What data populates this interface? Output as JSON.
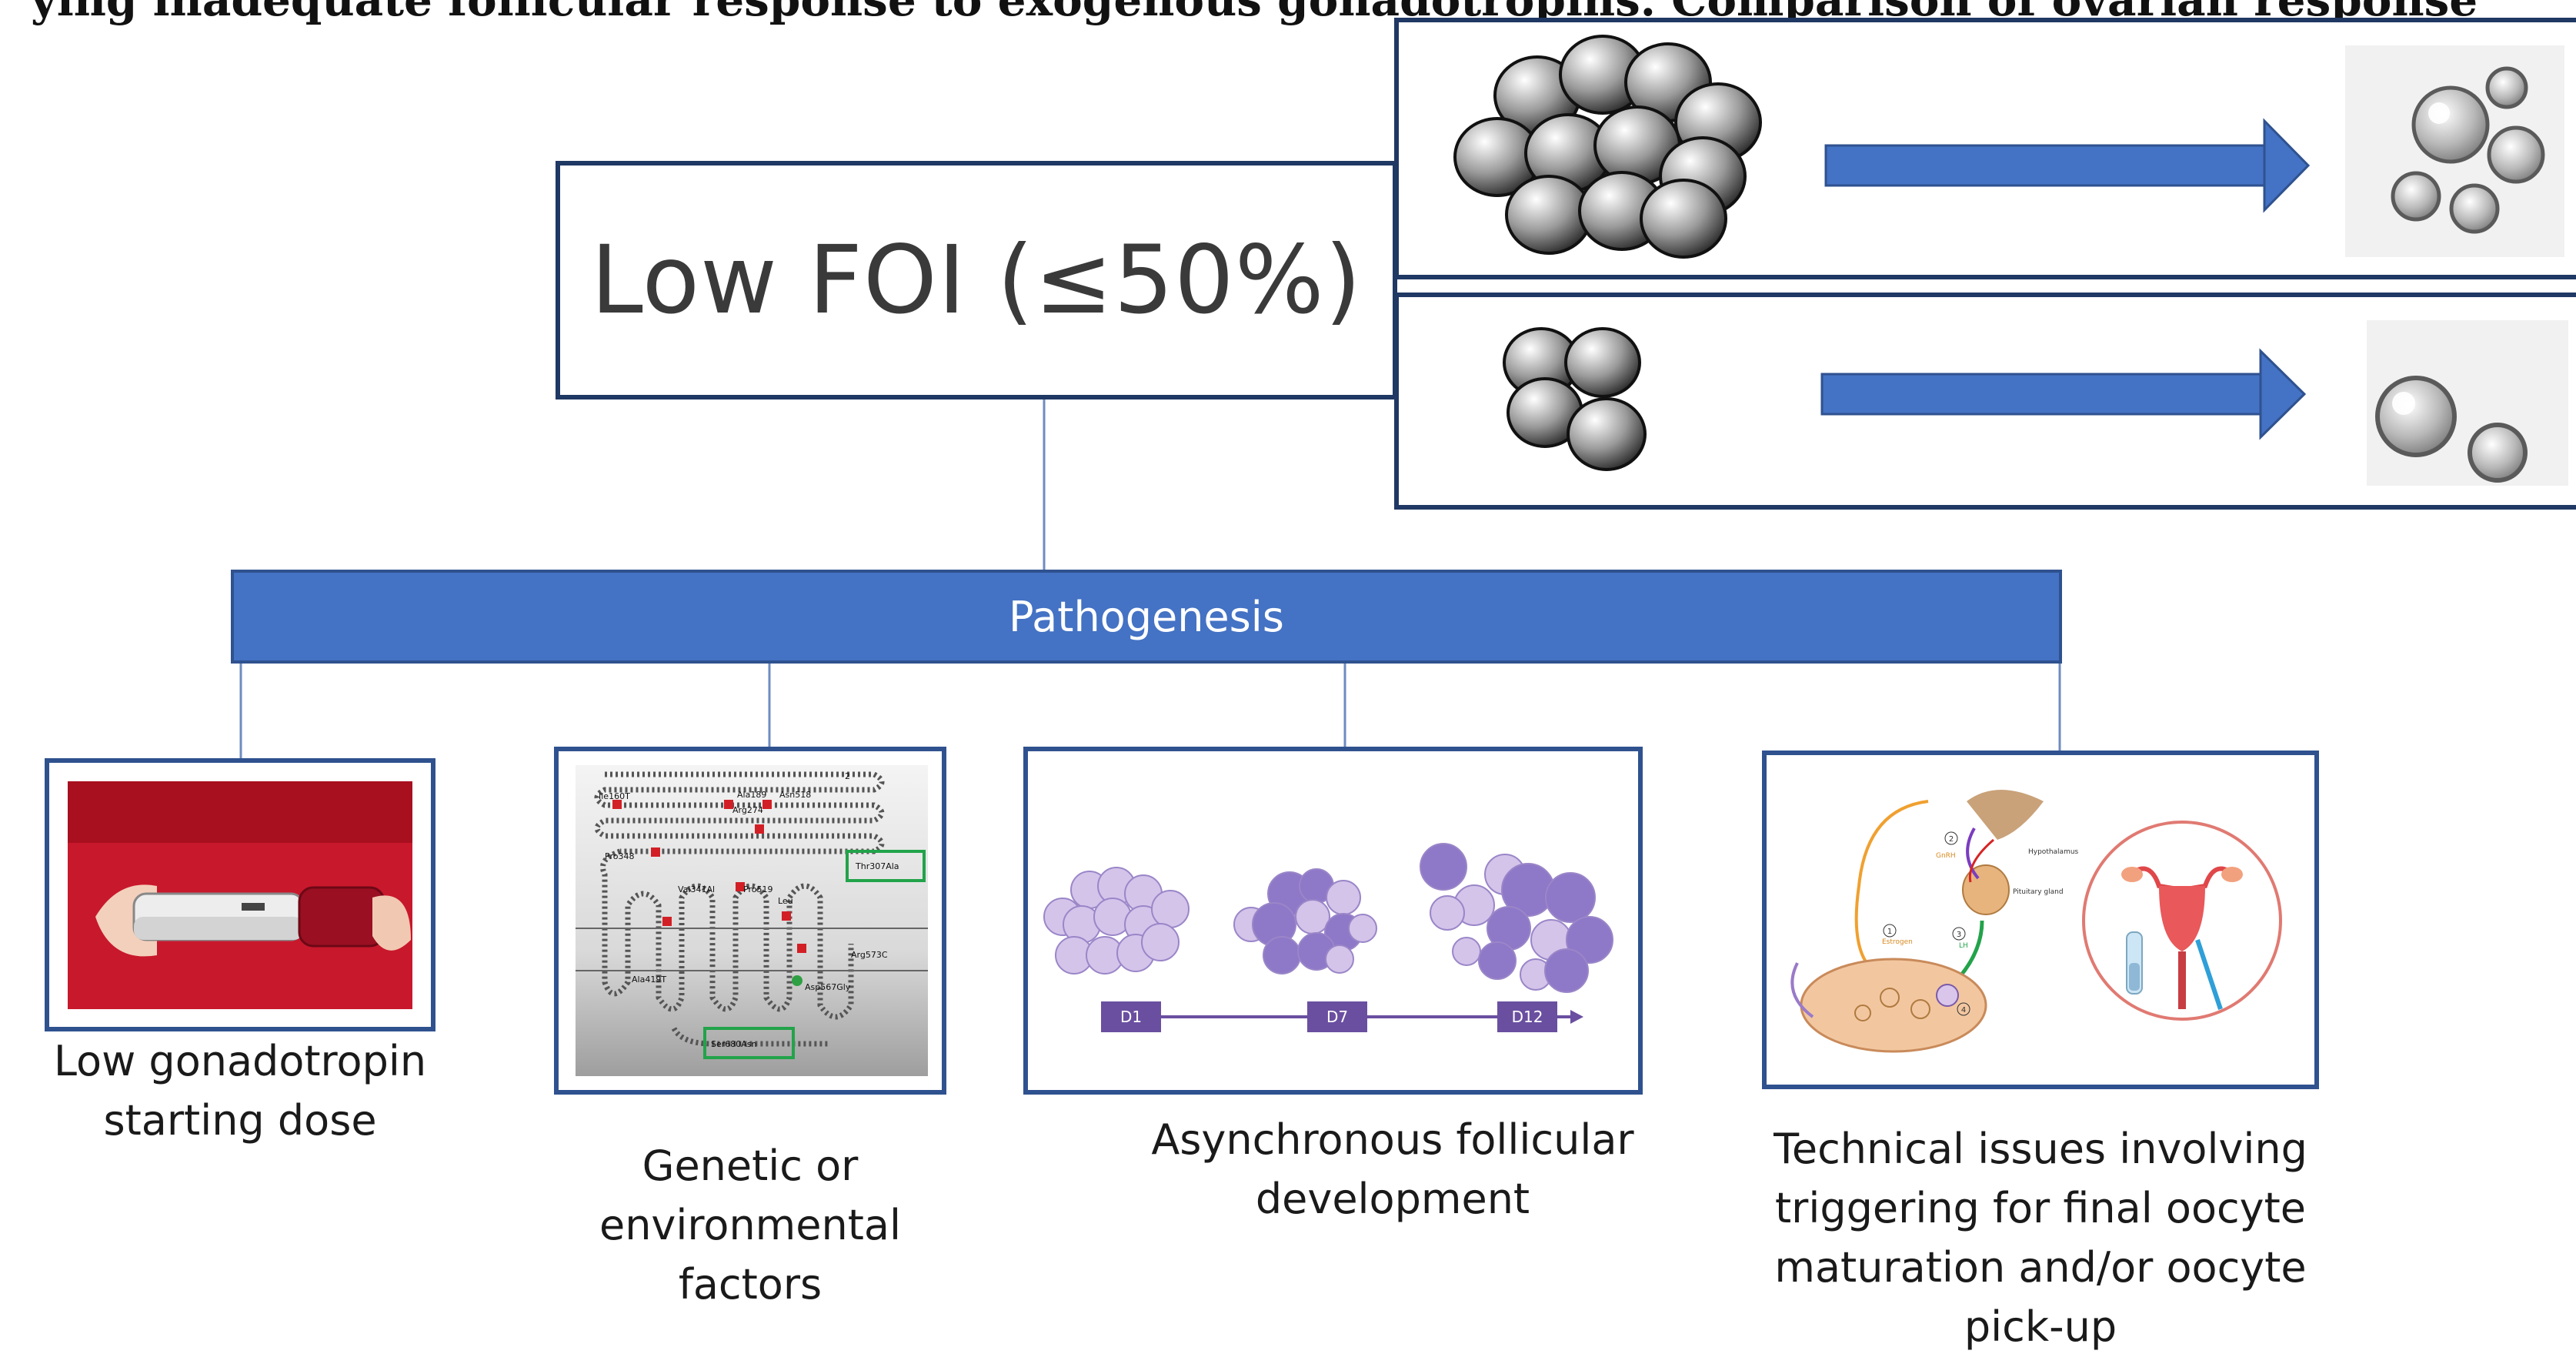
{
  "top_cut_text": "ying inadequate follicular response to exogenous gonadotropins. Comparison of ovarian response",
  "title_box": {
    "label": "Low FOI (≤50%)"
  },
  "pathogenesis": {
    "label": "Pathogenesis"
  },
  "causes": [
    {
      "caption": "Low gonadotropin starting dose",
      "image": "gonadotropin-pen-photo"
    },
    {
      "caption": "Genetic or environmental factors",
      "image": "receptor-polymorphism-diagram"
    },
    {
      "caption": "Asynchronous follicular development",
      "image": "follicle-cohort-timeline"
    },
    {
      "caption": "Technical issues involving triggering for final oocyte maturation and/or oocyte pick-up",
      "image": "hpo-axis-and-uterus-illustration"
    }
  ],
  "receptor_diagram_labels": {
    "l1": "Ile160T",
    "l2": "Ala189",
    "l3": "Asn518",
    "l4": "Arg274",
    "l5": "Thr307Ala",
    "l6": "Pro348",
    "l7": "Val341Al",
    "l8": "Pro519",
    "l9": "Leu",
    "l10": "Arg573C",
    "l11": "Asp567Gly",
    "l12": "Ala419T",
    "l13": "Ser680Asn",
    "l14": "2"
  },
  "timeline_days": [
    "D1",
    "D7",
    "D12"
  ],
  "hpo_labels": {
    "hypothalamus": "Hypothalamus",
    "pituitary": "Pituitary gland",
    "gnrh": "GnRH",
    "lh": "LH",
    "estrogen": "Estrogen",
    "n1": "1",
    "n2": "2",
    "n3": "3",
    "n4": "4"
  },
  "colors": {
    "band": "#4472c4",
    "border": "#1f3864",
    "arrow": "#4472c4",
    "follicle_light": "#d4c4ea",
    "follicle_dark": "#8e78c8",
    "day_box": "#6a4fa0"
  }
}
